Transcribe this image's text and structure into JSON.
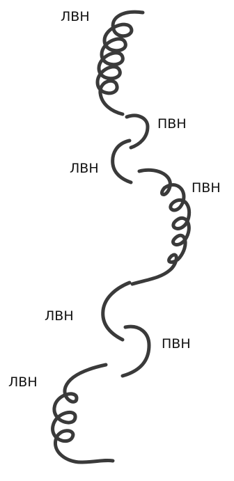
{
  "labels": {
    "l1": "ЛВН",
    "p1": "ПВН",
    "l2": "ЛВН",
    "p2": "ПВН",
    "l3": "ЛВН",
    "p3": "ПВН",
    "l4": "ЛВН"
  },
  "colors": {
    "stroke": "#3a3a3a",
    "shade": "#707070"
  }
}
